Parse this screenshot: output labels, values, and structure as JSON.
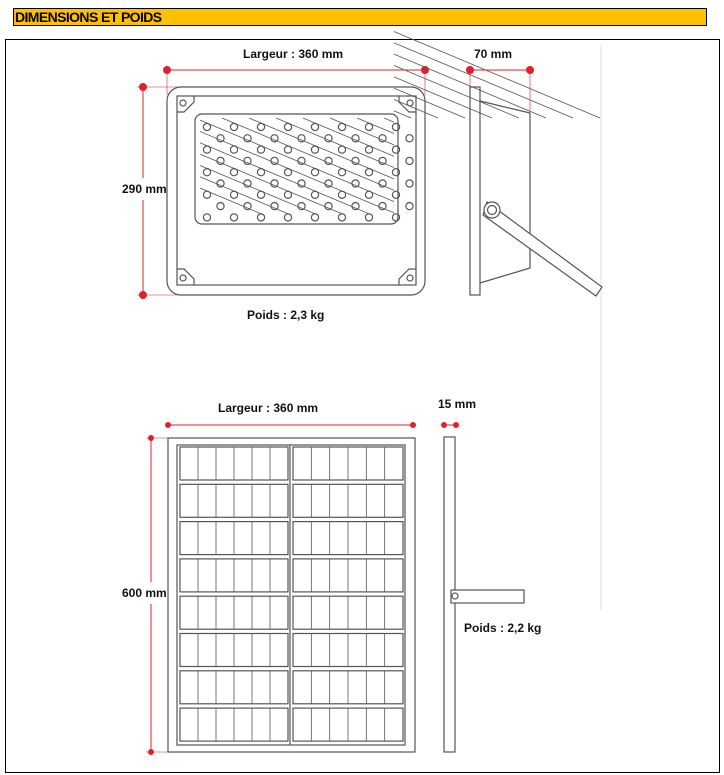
{
  "header": {
    "title": "DIMENSIONS ET POIDS"
  },
  "colors": {
    "header_bg": "#FFC000",
    "dimension_line": "#E0202A",
    "drawing_line": "#555555"
  },
  "projector": {
    "width_label": "Largeur : 360 mm",
    "depth_label": "70 mm",
    "height_label": "290 mm",
    "weight_label": "Poids : 2,3 kg"
  },
  "solar_panel": {
    "width_label": "Largeur : 360 mm",
    "depth_label": "15 mm",
    "height_label": "600 mm",
    "weight_label": "Poids : 2,2 kg"
  }
}
